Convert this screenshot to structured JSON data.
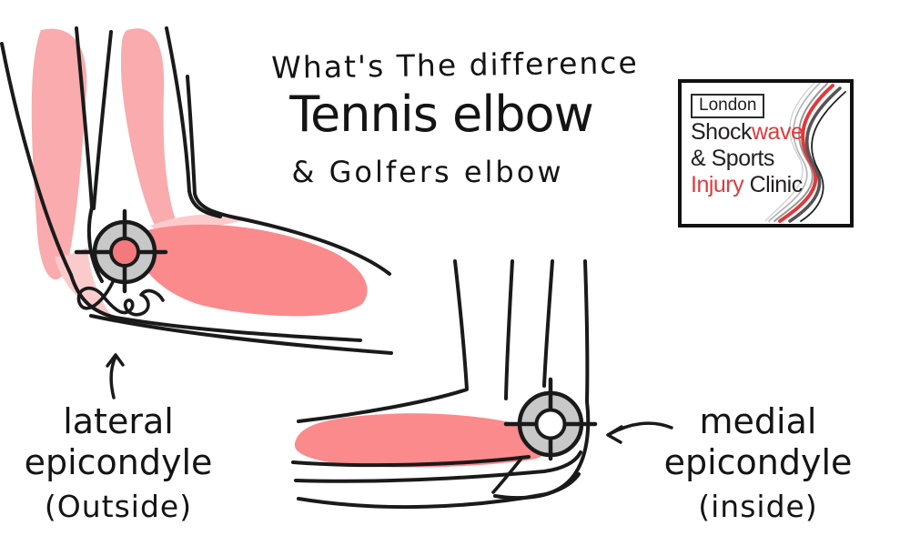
{
  "title": {
    "line1": "What's The difference",
    "line2": "Tennis elbow",
    "line3": "& Golfers elbow"
  },
  "annotations": {
    "lateral": {
      "name_line1": "lateral",
      "name_line2": "epicondyle",
      "qualifier": "(Outside)"
    },
    "medial": {
      "name_line1": "medial",
      "name_line2": "epicondyle",
      "qualifier": "(inside)"
    }
  },
  "logo": {
    "city": "London",
    "word1_black": "Shock",
    "word1_red": "wave",
    "line2": "& Sports",
    "word3_red": "Injury",
    "word3_black": " Clinic"
  },
  "colors": {
    "muscle_light_pink": "#F9ABAD",
    "muscle_pale_pink": "#FBCBCC",
    "muscle_deep_pink": "#FB8A8D",
    "target_gray": "#C8C8C8",
    "target_center_pink": "#F5797C",
    "logo_red": "#E03A3C",
    "ink": "#1A1A1A"
  }
}
